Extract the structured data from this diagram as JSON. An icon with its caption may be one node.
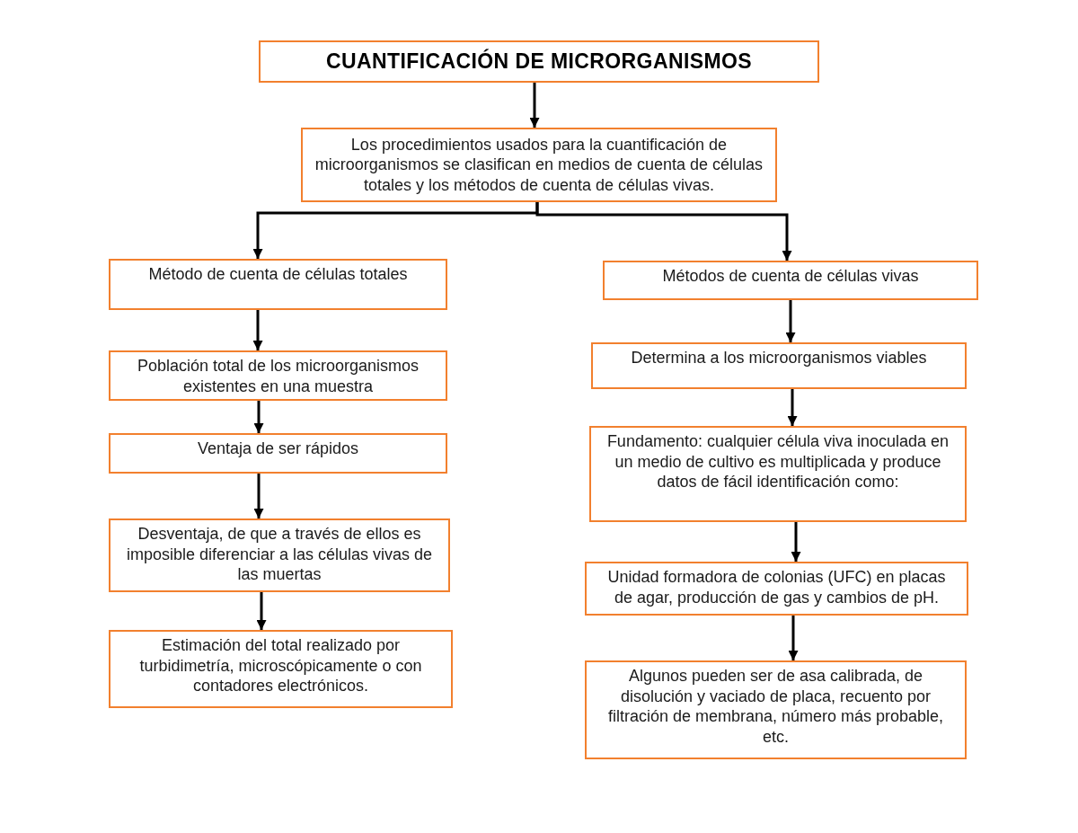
{
  "diagram": {
    "nodes": [
      {
        "text": [
          "CUANTIFICACIÓN DE MICRORGANISMOS"
        ]
      },
      {
        "text": [
          "Los procedimientos usados para la cuantificación de microorganismos se clasifican en medios de cuenta de células totales y los métodos de cuenta de células vivas."
        ]
      },
      {
        "text": [
          "Método de cuenta de células totales"
        ]
      },
      {
        "text": [
          "Población total de los microorganismos existentes en una muestra"
        ]
      },
      {
        "text": [
          "Ventaja de ser rápidos"
        ]
      },
      {
        "text": [
          "Desventaja, de que a través de ellos es imposible diferenciar a las células vivas de las muertas"
        ]
      },
      {
        "text": [
          "Estimación del total realizado por turbidimetría, microscópicamente o con contadores electrónicos."
        ]
      },
      {
        "text": [
          "Métodos de cuenta de células vivas"
        ]
      },
      {
        "text": [
          "Determina a los microorganismos viables"
        ]
      },
      {
        "text": [
          "Fundamento: cualquier célula viva inoculada en un medio de cultivo es multiplicada y produce datos de fácil identificación como:"
        ]
      },
      {
        "text": [
          "Unidad formadora de colonias (UFC) en placas de agar, producción de gas y cambios de pH."
        ]
      },
      {
        "text": [
          "Algunos pueden ser de asa calibrada, de disolución y vaciado de placa, recuento por filtración de membrana, número más probable, etc."
        ]
      }
    ],
    "edges": [
      {
        "from": 0,
        "to": 1,
        "arrow": "to"
      },
      {
        "from": 1,
        "to": 2,
        "arrow": "to"
      },
      {
        "from": 1,
        "to": 7,
        "arrow": "to"
      },
      {
        "from": 2,
        "to": 3,
        "arrow": "to"
      },
      {
        "from": 3,
        "to": 4,
        "arrow": "to"
      },
      {
        "from": 4,
        "to": 5,
        "arrow": "to"
      },
      {
        "from": 5,
        "to": 6,
        "arrow": "to"
      },
      {
        "from": 7,
        "to": 8,
        "arrow": "to"
      },
      {
        "from": 8,
        "to": 9,
        "arrow": "to"
      },
      {
        "from": 9,
        "to": 10,
        "arrow": "to"
      },
      {
        "from": 10,
        "to": 11,
        "arrow": "to"
      }
    ]
  }
}
